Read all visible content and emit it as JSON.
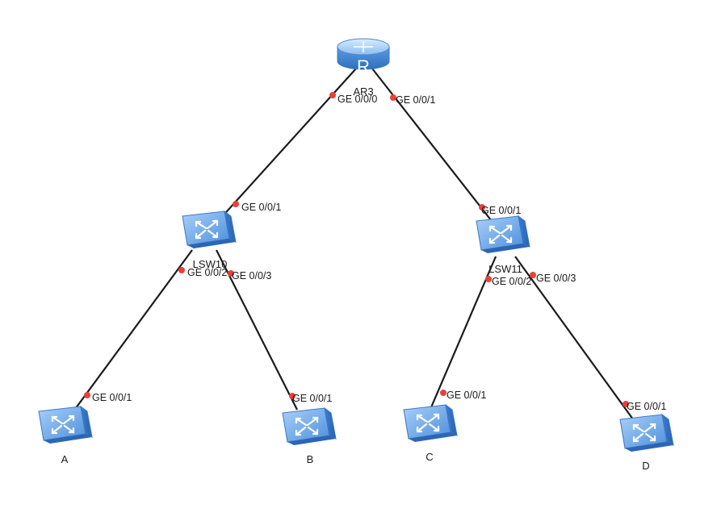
{
  "diagram": {
    "nodes": [
      {
        "id": "ar3",
        "label": "AR3",
        "kind": "router"
      },
      {
        "id": "lsw10",
        "label": "LSW10",
        "kind": "switch"
      },
      {
        "id": "lsw11",
        "label": "LSW11",
        "kind": "switch"
      },
      {
        "id": "a",
        "label": "A",
        "kind": "switch"
      },
      {
        "id": "b",
        "label": "B",
        "kind": "switch"
      },
      {
        "id": "c",
        "label": "C",
        "kind": "switch"
      },
      {
        "id": "d",
        "label": "D",
        "kind": "switch"
      }
    ],
    "router_glyph": "R",
    "links": [
      {
        "from": "ar3",
        "to": "lsw10",
        "from_port": "GE 0/0/0",
        "to_port": "GE 0/0/1"
      },
      {
        "from": "ar3",
        "to": "lsw11",
        "from_port": "GE 0/0/1",
        "to_port": "GE 0/0/1"
      },
      {
        "from": "lsw10",
        "to": "a",
        "from_port": "GE 0/0/2",
        "to_port": "GE 0/0/1"
      },
      {
        "from": "lsw10",
        "to": "b",
        "from_port": "GE 0/0/3",
        "to_port": "GE 0/0/1"
      },
      {
        "from": "lsw11",
        "to": "c",
        "from_port": "GE 0/0/2",
        "to_port": "GE 0/0/1"
      },
      {
        "from": "lsw11",
        "to": "d",
        "from_port": "GE 0/0/3",
        "to_port": "GE 0/0/1"
      }
    ],
    "colors": {
      "link": "#1b1b1b",
      "port_dot": "#e8403a",
      "device_light": "#c3defb",
      "device_mid": "#7fb3ea",
      "device_dark": "#3e7fcd"
    }
  }
}
